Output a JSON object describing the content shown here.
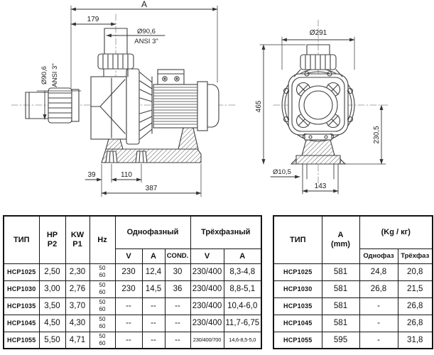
{
  "side_view": {
    "dim_overall": "A",
    "dim_length_179": "179",
    "dim_port_diameter": "Ø90,6",
    "dim_port_standard": "ANSI 3\"",
    "dim_foot_offset_39": "39",
    "dim_foot_spacing_110": "110",
    "dim_base_length_387": "387"
  },
  "front_view": {
    "dim_body_diameter": "Ø291",
    "dim_height_465": "465",
    "dim_axis_height_230_5": "230,5",
    "dim_anchor_hole": "Ø10,5",
    "dim_anchor_spacing_143": "143"
  },
  "spec_table": {
    "headers": {
      "type": "ТИП",
      "hp": "HP\nP2",
      "kw": "KW\nP1",
      "hz": "Hz",
      "single_phase": "Однофазный",
      "three_phase": "Трёхфазный",
      "v1": "V",
      "a1": "A",
      "cond": "COND.",
      "v3": "V",
      "a3": "A"
    },
    "hz_value": "50\n60",
    "rows": [
      [
        "HCP1025",
        "2,50",
        "2,30",
        "50\n60",
        "230",
        "12,4",
        "30",
        "230/400",
        "8,3-4,8"
      ],
      [
        "HCP1030",
        "3,00",
        "2,76",
        "50\n60",
        "230",
        "14,5",
        "36",
        "230/400",
        "8,8-5,1"
      ],
      [
        "HCP1035",
        "3,50",
        "3,70",
        "50\n60",
        "--",
        "--",
        "--",
        "230/400",
        "10,4-6,0"
      ],
      [
        "HCP1045",
        "4,50",
        "4,30",
        "50\n60",
        "--",
        "--",
        "--",
        "230/400",
        "11,7-6,75"
      ],
      [
        "HCP1055",
        "5,50",
        "4,71",
        "50\n60",
        "--",
        "--",
        "--",
        "230/400/700",
        "14,6-8,5-5,0"
      ]
    ]
  },
  "weight_table": {
    "headers": {
      "type": "ТИП",
      "a_mm": "A\n(mm)",
      "kg": "(Kg / кг)",
      "single": "Однофаз",
      "three": "Трёхфаз"
    },
    "rows": [
      [
        "HCP1025",
        "581",
        "24,8",
        "20,8"
      ],
      [
        "HCP1030",
        "581",
        "26,8",
        "21,5"
      ],
      [
        "HCP1035",
        "581",
        "-",
        "26,8"
      ],
      [
        "HCP1045",
        "581",
        "-",
        "26,8"
      ],
      [
        "HCP1055",
        "595",
        "-",
        "31,8"
      ]
    ]
  }
}
